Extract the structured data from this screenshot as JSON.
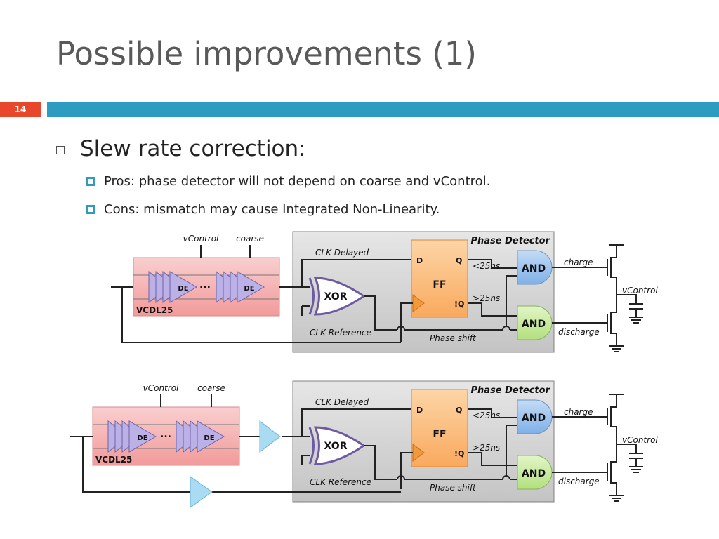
{
  "slide": {
    "title": "Possible improvements (1)",
    "number": "14"
  },
  "bullets": {
    "main": "Slew rate correction:",
    "pros": "Pros: phase detector will not depend on coarse and vControl.",
    "cons": "Cons: mismatch may cause Integrated Non-Linearity."
  },
  "colors": {
    "accent_bar": "#2e9bc0",
    "slide_number_bg": "#e8472b",
    "vcdl_fill": "#f6b7b7",
    "de_fill": "#b9aee3",
    "ff_fill": "#fbc085",
    "and_top_fill": "#9fc4ee",
    "and_bottom_fill": "#c8eaa0",
    "buffer_fill": "#a9dcf2",
    "detector_panel_fill": "#d2d2d2"
  },
  "diagram": {
    "vcontrol_label": "vControl",
    "coarse_label": "coarse",
    "de_label": "DE",
    "ellipsis": "...",
    "vcdl_label": "VCDL25",
    "phase_detector_label": "Phase Detector",
    "clk_delayed_label": "CLK Delayed",
    "clk_reference_label": "CLK Reference",
    "xor_label": "XOR",
    "ff_label": "FF",
    "d_pin": "D",
    "q_pin": "Q",
    "nq_pin": "!Q",
    "lt25_label": "<25ns",
    "gt25_label": ">25ns",
    "and_label": "AND",
    "phase_shift_label": "Phase shift",
    "charge_label": "charge",
    "discharge_label": "discharge",
    "vcontrol_out_label": "vControl"
  }
}
